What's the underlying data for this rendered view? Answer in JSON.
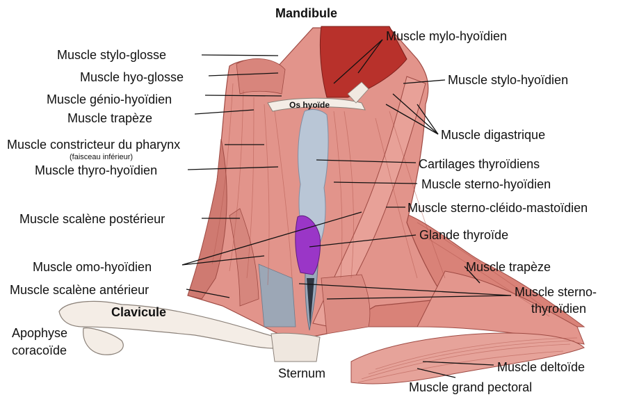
{
  "title": "Mandibule",
  "colors": {
    "muscle": "#e2948b",
    "muscle_dark": "#c0625a",
    "mylohyoid": "#b8312b",
    "cartilage": "#b9c6d6",
    "thyroid": "#9a36c7",
    "bone": "#f4ede6",
    "pectoral": "#e6a39a"
  },
  "labels": {
    "mylo_hyoidien": "Muscle mylo-hyoïdien",
    "stylo_glosse": "Muscle stylo-glosse",
    "hyo_glosse": "Muscle hyo-glosse",
    "stylo_hyoidien": "Muscle stylo-hyoïdien",
    "genio_hyoidien": "Muscle génio-hyoïdien",
    "os_hyoide": "Os hyoïde",
    "trapeze_top": "Muscle trapèze",
    "digastrique": "Muscle digastrique",
    "constricteur": "Muscle constricteur du pharynx",
    "constricteur_sub": "(faisceau inférieur)",
    "cartilages": "Cartilages thyroïdiens",
    "thyro_hyoidien": "Muscle thyro-hyoïdien",
    "sterno_hyoidien": "Muscle sterno-hyoïdien",
    "sterno_cleido": "Muscle sterno-cléido-mastoïdien",
    "scalene_post": "Muscle scalène postérieur",
    "glande": "Glande thyroïde",
    "omo_hyoidien": "Muscle omo-hyoïdien",
    "trapeze_bottom": "Muscle trapèze",
    "scalene_ant": "Muscle scalène antérieur",
    "sterno_thyro_1": "Muscle sterno-",
    "sterno_thyro_2": "thyroïdien",
    "clavicule": "Clavicule",
    "apophyse_1": "Apophyse",
    "apophyse_2": "coracoïde",
    "sternum": "Sternum",
    "deltoide": "Muscle deltoïde",
    "grand_pectoral": "Muscle grand pectoral"
  }
}
